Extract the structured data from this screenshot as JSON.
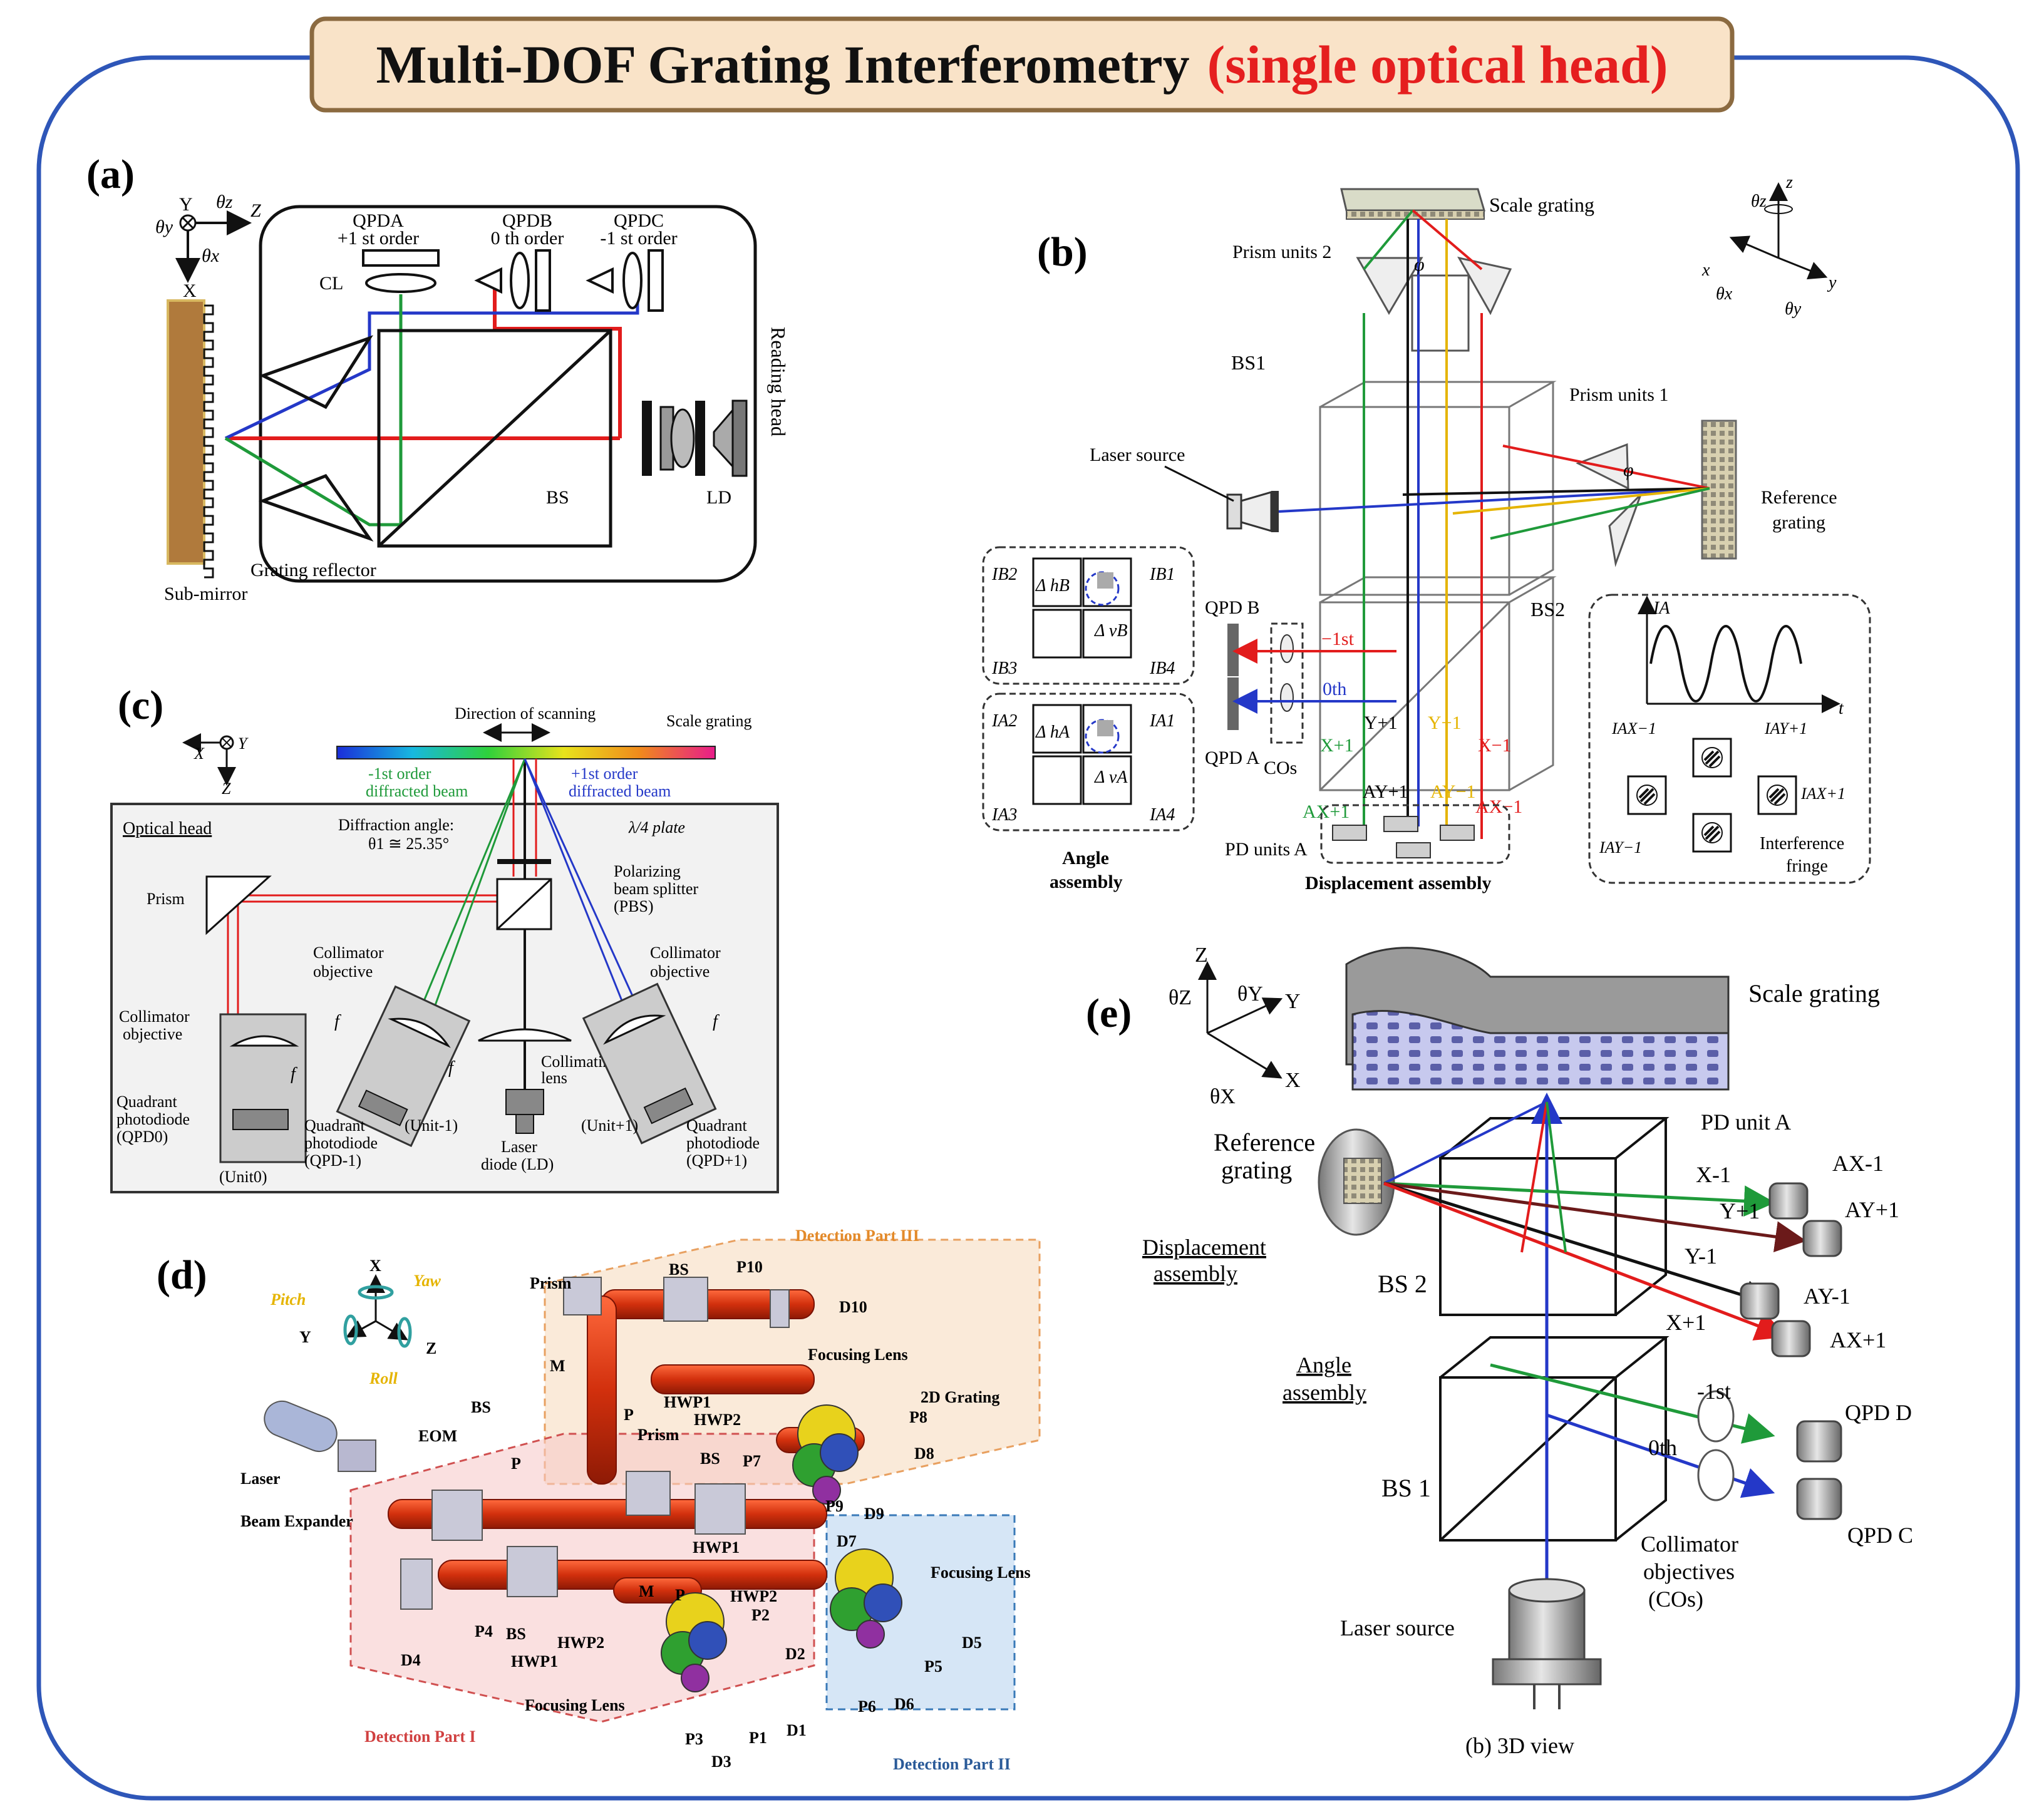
{
  "title": {
    "main": "Multi-DOF Grating Interferometry",
    "highlight": "(single optical head)"
  },
  "colors": {
    "frame": "#2e56b8",
    "title_bg": "#f9e3c8",
    "title_border": "#8b6a40",
    "highlight": "#e51f1f",
    "red_beam": "#e21c1c",
    "green_beam": "#1f9a3a",
    "blue_beam": "#2438c8",
    "yellow_beam": "#e5b400",
    "brown": "#b88045"
  },
  "panel_a": {
    "tag": "(a)",
    "axes": {
      "y": "Y",
      "thz": "θz",
      "z": "Z",
      "thy": "θy",
      "thx": "θx",
      "x": "X"
    },
    "qpda": [
      "QPDA",
      "+1 st order"
    ],
    "qpdb": [
      "QPDB",
      "0 th order"
    ],
    "qpdc": [
      "QPDC",
      "-1 st order"
    ],
    "cl": "CL",
    "bs": "BS",
    "ld": "LD",
    "reading_head": "Reading head",
    "grating_reflector": "Grating reflector",
    "sub_mirror": "Sub-mirror"
  },
  "panel_b": {
    "tag": "(b)",
    "scale_grating": "Scale grating",
    "prism_units_2": "Prism units 2",
    "prism_units_1": "Prism units 1",
    "bs1": "BS1",
    "bs2": "BS2",
    "laser_source": "Laser source",
    "reference_grating": [
      "Reference",
      "grating"
    ],
    "phi": "φ",
    "axes": {
      "thz": "θz",
      "z": "z",
      "x": "x",
      "y": "y",
      "thx": "θx",
      "thy": "θy"
    },
    "qpd_b": "QPD B",
    "qpd_a": "QPD A",
    "minus1st": "−1st",
    "zeroth": "0th",
    "cos": "COs",
    "beam_labels": {
      "y_plus1": "Y+1",
      "y_minus1": "Y−1",
      "x_plus1": "X+1",
      "x_minus1": "X−1",
      "ay_plus1": "AY+1",
      "ay_minus1": "AY−1",
      "ax_plus1": "AX+1",
      "ax_minus1": "AX−1"
    },
    "pd_units_a": "PD units A",
    "angle_assembly": [
      "Angle",
      "assembly"
    ],
    "displacement_assembly": "Displacement assembly",
    "quad_b": {
      "ib2": "IB2",
      "ib1": "IB1",
      "ib3": "IB3",
      "ib4": "IB4",
      "dh": "Δ hB",
      "dv": "Δ vB"
    },
    "quad_a": {
      "ia2": "IA2",
      "ia1": "IA1",
      "ia3": "IA3",
      "ia4": "IA4",
      "dh": "Δ hA",
      "dv": "Δ vA"
    },
    "fringe": {
      "ia": "IA",
      "t": "t",
      "iax_m1": "IAX−1",
      "iay_p1": "IAY+1",
      "iax_p1": "IAX+1",
      "iay_m1": "IAY−1",
      "interference": "Interference",
      "fringe": "fringe"
    }
  },
  "panel_c": {
    "tag": "(c)",
    "axes": {
      "x": "X",
      "y": "Y",
      "z": "Z"
    },
    "direction": "Direction of scanning",
    "scale_grating": "Scale grating",
    "minus1": [
      "-1st order",
      "diffracted beam"
    ],
    "plus1": [
      "+1st order",
      "diffracted beam"
    ],
    "optical_head": "Optical head",
    "diffraction_angle": [
      "Diffraction angle:",
      "θ1 ≅ 25.35°"
    ],
    "quarter_plate": "λ/4 plate",
    "pbs": [
      "Polarizing",
      "beam splitter",
      "(PBS)"
    ],
    "prism": "Prism",
    "collimator_left": [
      "Collimator",
      "objective"
    ],
    "collimator_right": [
      "Collimator",
      "objective"
    ],
    "collimator_unit0": [
      "Collimator",
      "objective"
    ],
    "collimating_lens": [
      "Collimating",
      "lens"
    ],
    "f": "f",
    "qpd0": [
      "Quadrant",
      "photodiode",
      "(QPD0)"
    ],
    "qpdm1": [
      "Quadrant",
      "photodiode",
      "(QPD-1)"
    ],
    "qpdp1": [
      "Quadrant",
      "photodiode",
      "(QPD+1)"
    ],
    "unit0": "(Unit0)",
    "unitm1": "(Unit-1)",
    "unitp1": "(Unit+1)",
    "ld": [
      "Laser",
      "diode (LD)"
    ]
  },
  "panel_d": {
    "tag": "(d)",
    "axes": {
      "x": "X",
      "y": "Y",
      "z": "Z",
      "pitch": "Pitch",
      "yaw": "Yaw",
      "roll": "Roll"
    },
    "labels": {
      "detection3": "Detection Part III",
      "detection1": "Detection Part I",
      "detection2": "Detection Part II",
      "prism_top": "Prism",
      "bs_top": "BS",
      "p10": "P10",
      "d10": "D10",
      "m_top": "M",
      "p_top": "P",
      "focusing_lens_top": "Focusing Lens",
      "hwp1_top": "HWP1",
      "hwp2_top": "HWP2",
      "grating2d": "2D Grating",
      "p8": "P8",
      "d8": "D8",
      "p9": "P9",
      "d9": "D9",
      "d7": "D7",
      "p7": "P7",
      "bs_left": "BS",
      "eom": "EOM",
      "laser": "Laser",
      "beam_expander": "Beam Expander",
      "p_mid": "P",
      "prism_mid": "Prism",
      "bs_mid": "BS",
      "m_mid": "M",
      "p_low": "P",
      "hwp1_mid": "HWP1",
      "hwp2_mid": "HWP2",
      "focusing_lens_right": "Focusing Lens",
      "d4": "D4",
      "p4": "P4",
      "bs_low": "BS",
      "hwp1_low": "HWP1",
      "hwp2_low": "HWP2",
      "focusing_lens_low": "Focusing Lens",
      "p2": "P2",
      "d2": "D2",
      "p3": "P3",
      "d3": "D3",
      "p1": "P1",
      "d1": "D1",
      "d5": "D5",
      "p5": "P5",
      "p6": "P6",
      "d6": "D6"
    }
  },
  "panel_e": {
    "tag": "(e)",
    "axes": {
      "z": "Z",
      "thz": "θZ",
      "thy": "θY",
      "y": "Y",
      "x": "X",
      "thx": "θX"
    },
    "scale_grating": "Scale grating",
    "reference_grating": [
      "Reference",
      "grating"
    ],
    "pd_unit_a": "PD unit A",
    "displacement_assembly": [
      "Displacement",
      "assembly"
    ],
    "bs2": "BS 2",
    "bs1": "BS 1",
    "beams": {
      "x_m1": "X-1",
      "y_p1": "Y+1",
      "y_m1": "Y-1",
      "x_p1": "X+1"
    },
    "pds": {
      "ax_m1": "AX-1",
      "ay_p1": "AY+1",
      "ay_m1": "AY-1",
      "ax_p1": "AX+1"
    },
    "angle_assembly": [
      "Angle",
      "assembly"
    ],
    "minus1st": "-1st",
    "zeroth": "0th",
    "qpd_d": "QPD D",
    "qpd_c": "QPD C",
    "cos": [
      "Collimator",
      "objectives",
      "(COs)"
    ],
    "laser_source": "Laser source",
    "caption": "(b) 3D view"
  }
}
